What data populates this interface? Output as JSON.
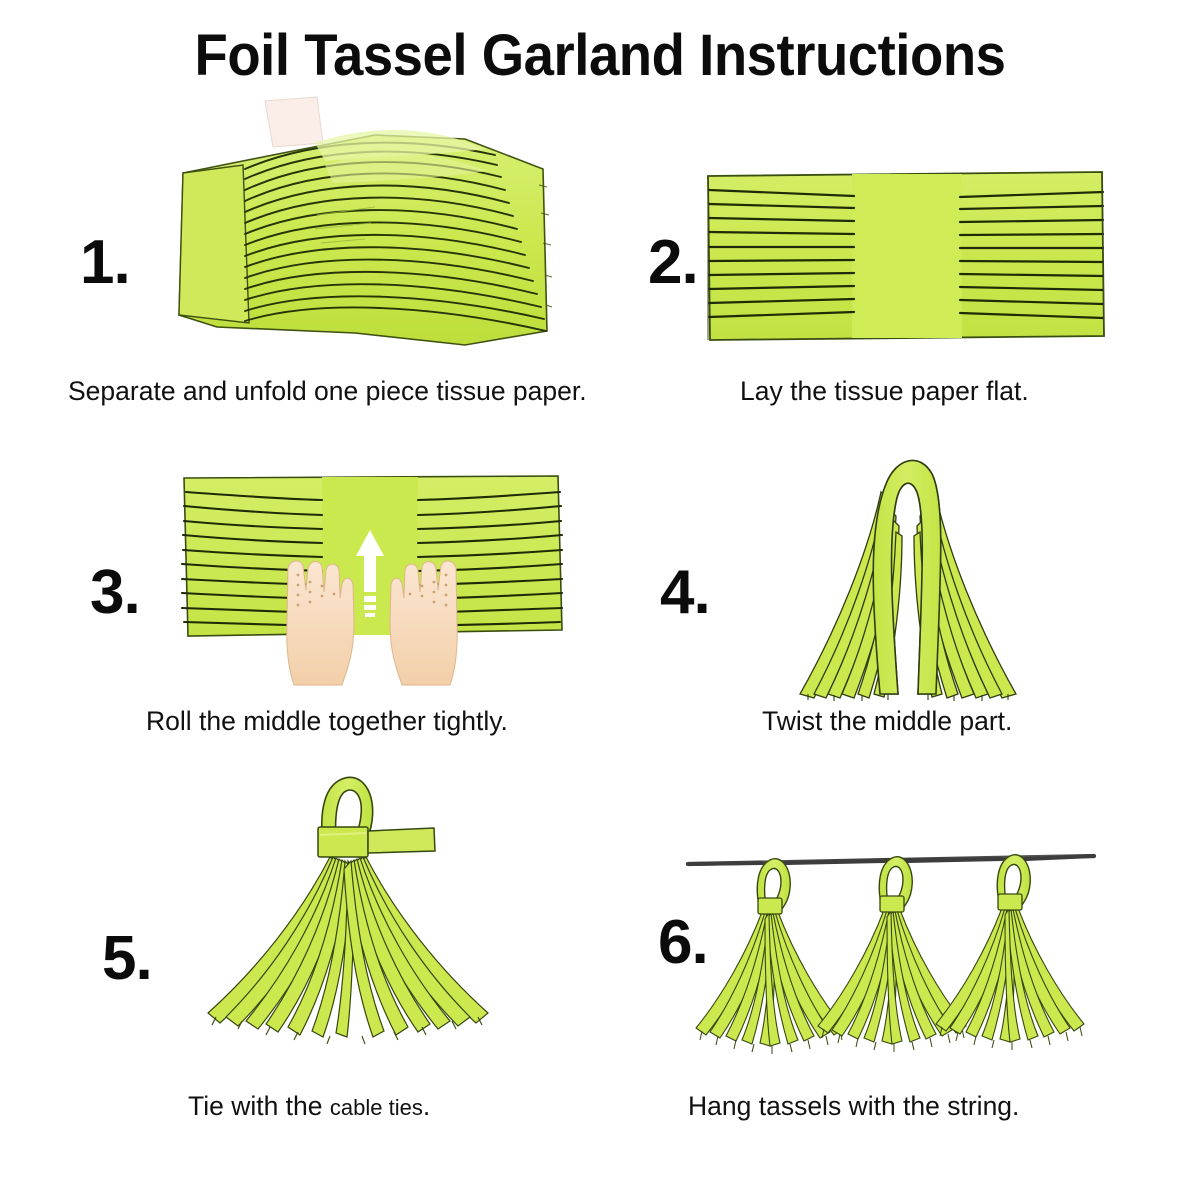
{
  "page": {
    "title": "Foil Tassel Garland Instructions",
    "background_color": "#ffffff",
    "text_color": "#111111"
  },
  "palette": {
    "tissue_green": "#cbe84e",
    "tissue_green_light": "#d7ee6e",
    "tissue_green_dark": "#a8cc2a",
    "outline_dark": "#2f3d10",
    "stroke_black": "#1b2208",
    "skin": "#f7d9bd",
    "skin_shadow": "#edc49f",
    "string_gray": "#4a4a4a",
    "arrow_white": "#ffffff"
  },
  "steps": [
    {
      "number": "1.",
      "caption": "Separate and unfold one piece tissue paper.",
      "illustration": "folded-tissue-stack-fringed",
      "strand_count": 17
    },
    {
      "number": "2.",
      "caption": "Lay the tissue paper flat.",
      "illustration": "flat-tissue-sheet-fringed",
      "strand_count": 11
    },
    {
      "number": "3.",
      "caption": "Roll the middle together tightly.",
      "illustration": "hands-rolling-middle",
      "strand_count": 11,
      "hand_count": 2,
      "arrow": "up-arrow"
    },
    {
      "number": "4.",
      "caption": "Twist the middle part.",
      "illustration": "folded-loop-strands-splayed",
      "strand_count": 18
    },
    {
      "number": "5.",
      "caption_main": "Tie with the ",
      "caption_small": "cable ties",
      "caption_end": ".",
      "caption_full": "Tie with the cable ties.",
      "illustration": "tassel-with-cable-tie",
      "strand_count": 22
    },
    {
      "number": "6.",
      "caption": "Hang tassels with the string.",
      "illustration": "three-tassels-on-string",
      "tassel_count": 3
    }
  ]
}
